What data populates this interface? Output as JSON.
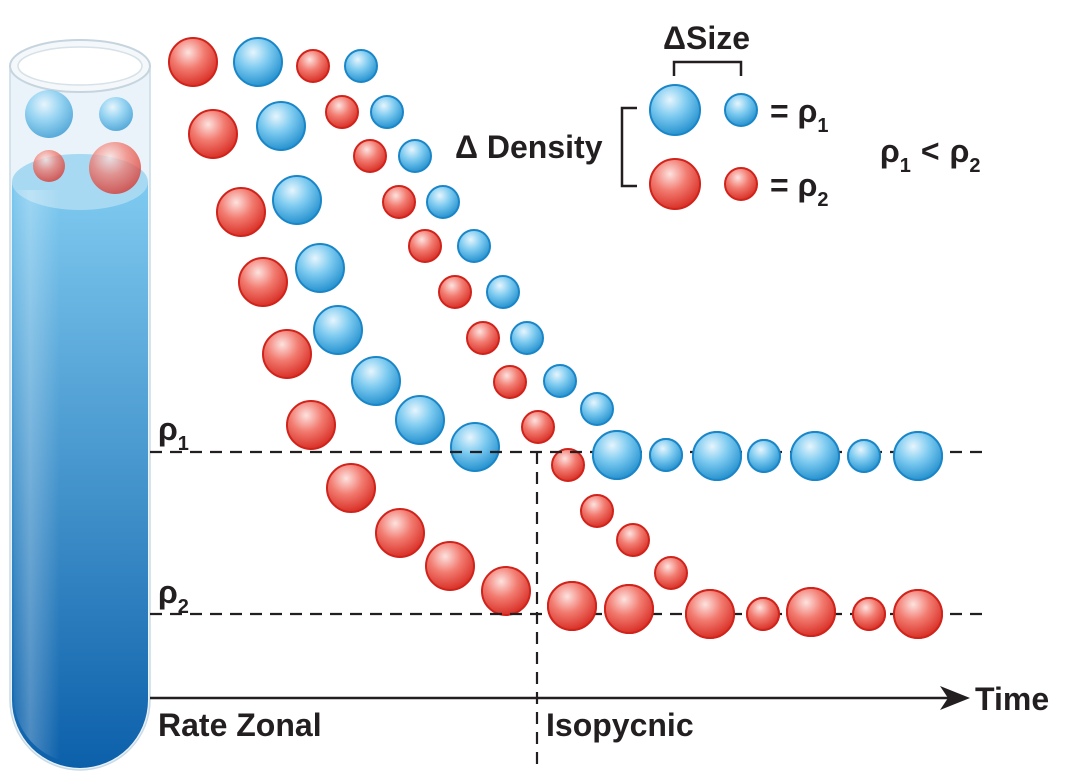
{
  "legend": {
    "delta_size": "ΔSize",
    "delta_density": "Δ Density",
    "eq_rho1_main": "= ρ",
    "eq_rho1_sub": "1",
    "eq_rho2_main": "= ρ",
    "eq_rho2_sub": "2",
    "inequality": {
      "rho_a": "ρ",
      "sub_a": "1",
      "op": "<",
      "rho_b": "ρ",
      "sub_b": "2"
    }
  },
  "levels": {
    "rho1": {
      "main": "ρ",
      "sub": "1"
    },
    "rho2": {
      "main": "ρ",
      "sub": "2"
    }
  },
  "axis": {
    "time_label": "Time",
    "rate_zonal_label": "Rate Zonal",
    "isopycnic_label": "Isopycnic"
  },
  "colors": {
    "low_density_particle": "#3aa6dc",
    "high_density_particle": "#e23d34",
    "tube_top": "#5fb8e8",
    "tube_bottom": "#0a5fa8",
    "line": "#231f20"
  }
}
